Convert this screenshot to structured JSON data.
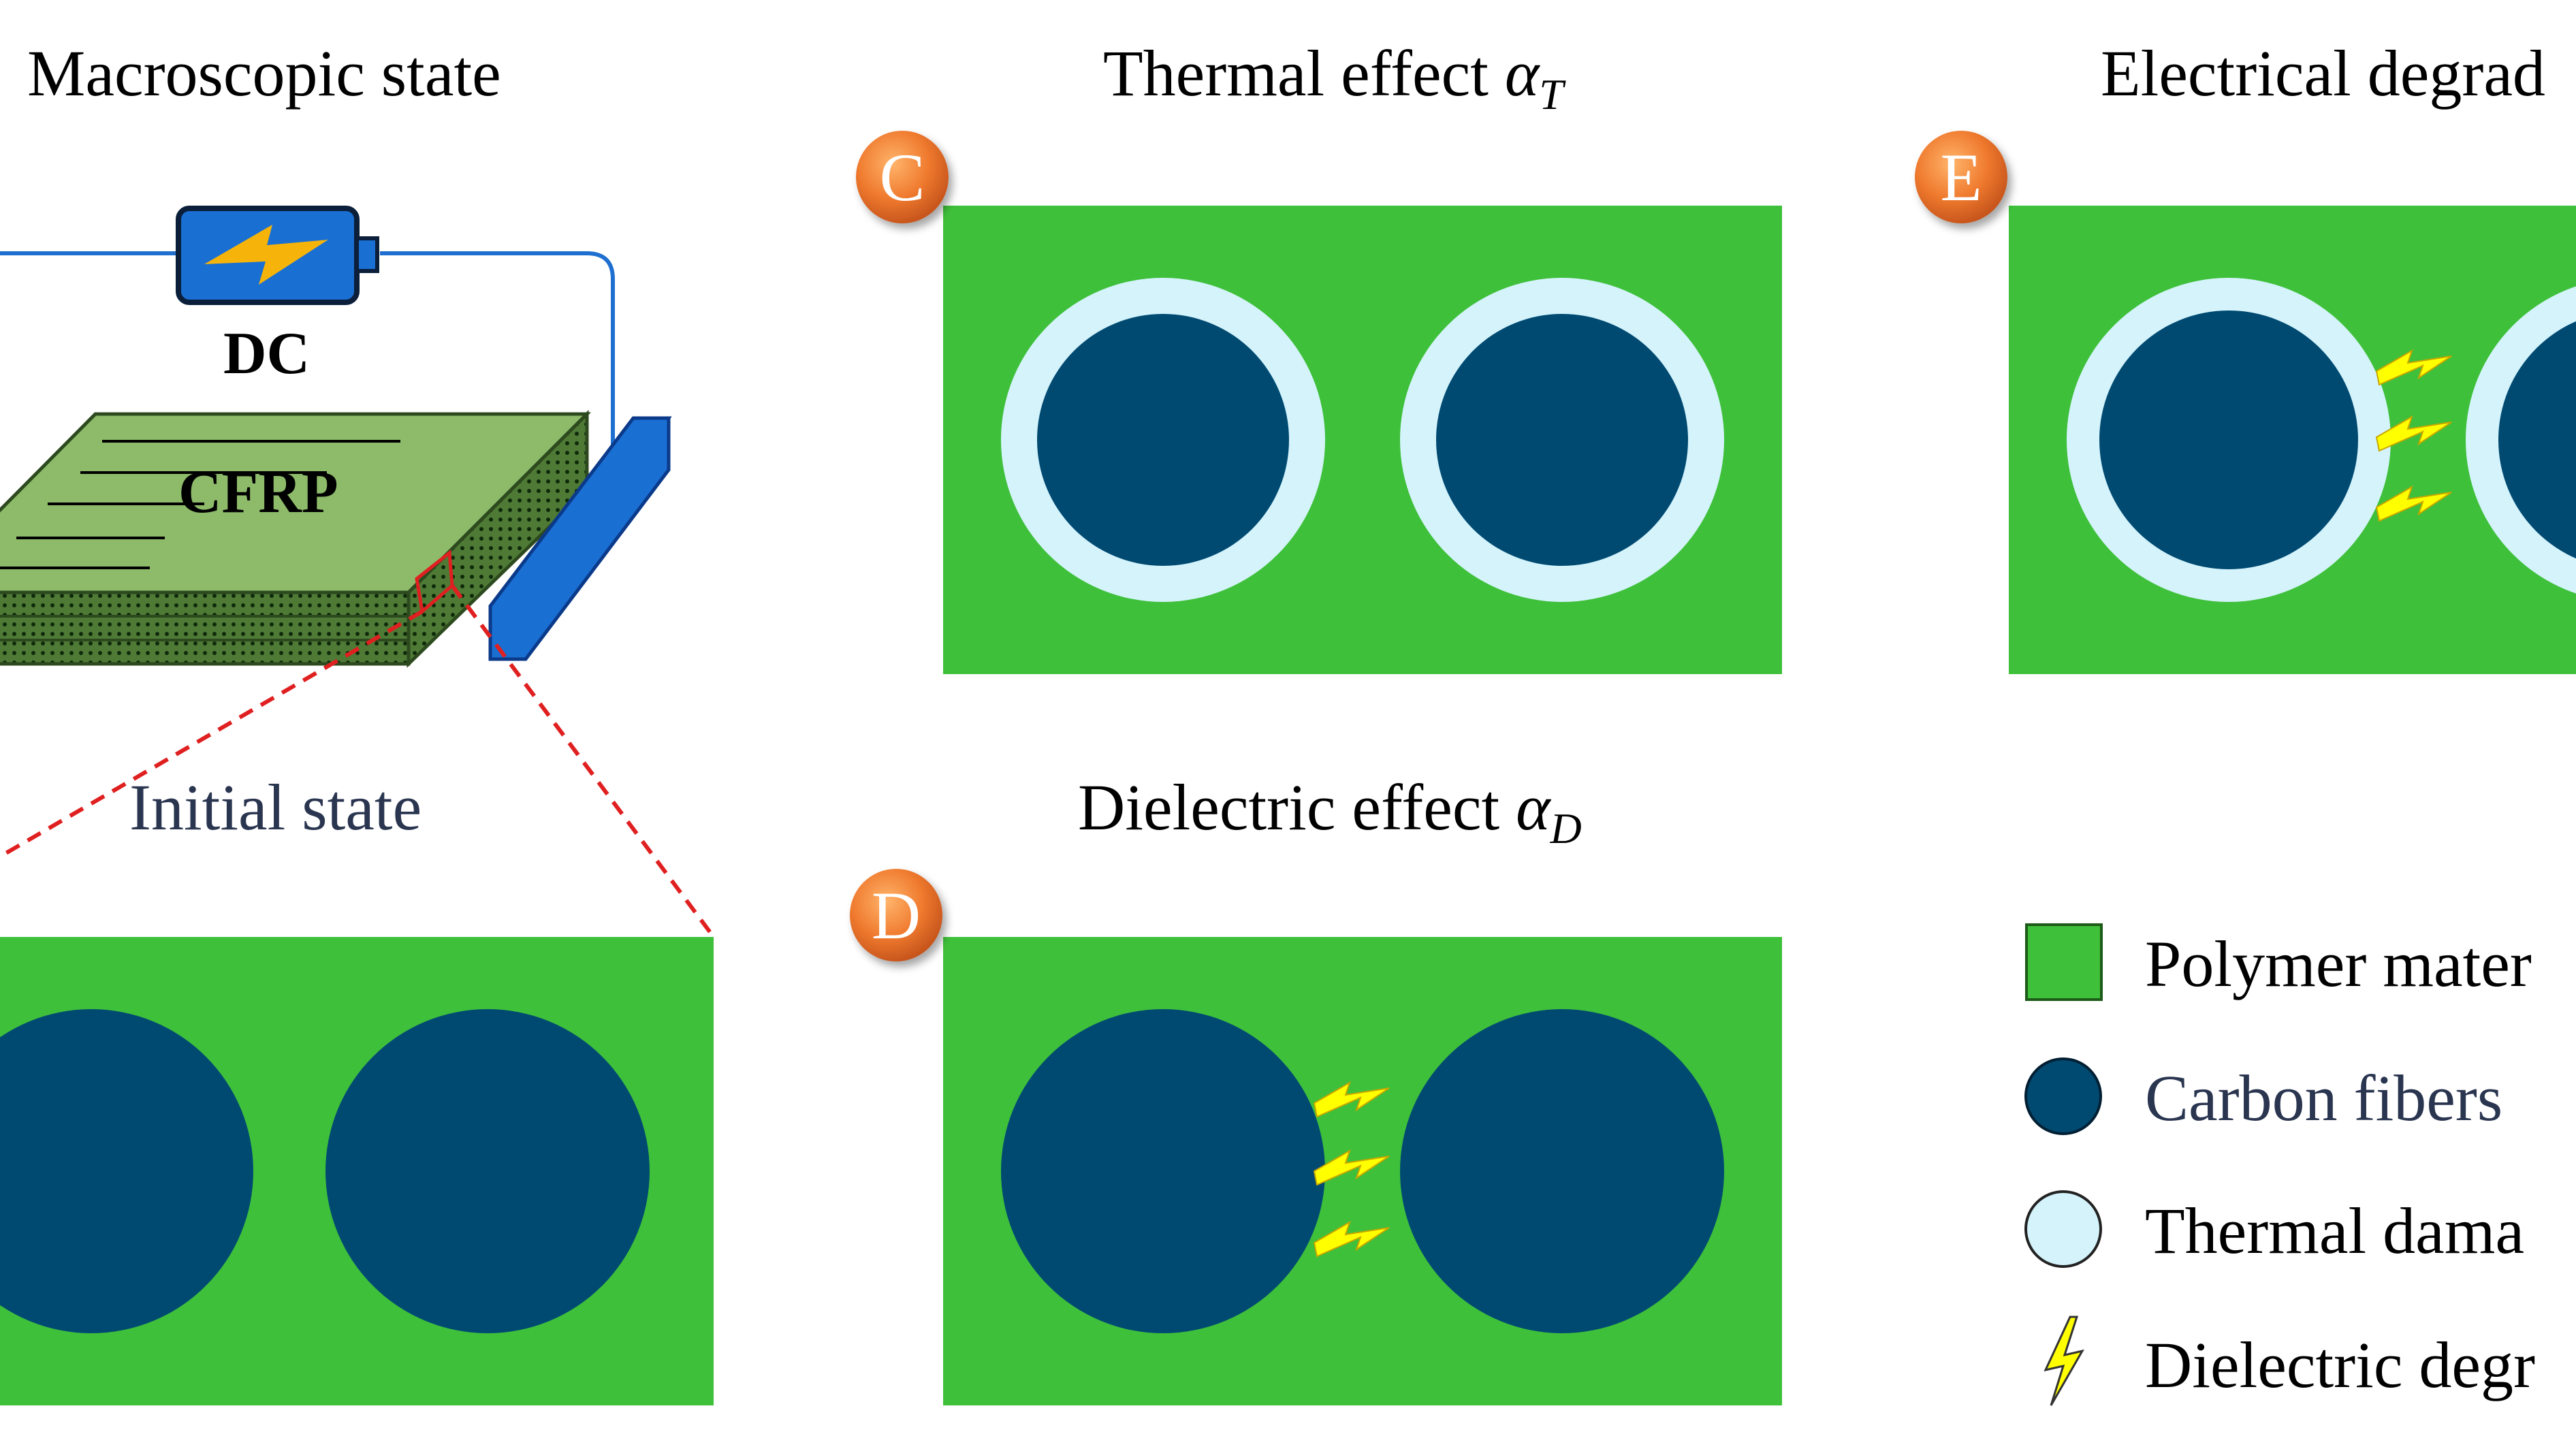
{
  "titles": {
    "macroscopic": "Macroscopic state",
    "thermal_text": "Thermal effect ",
    "thermal_symbol": "α",
    "thermal_sub": "T",
    "electrical": "Electrical degrad",
    "initial": "Initial state",
    "dielectric_text": "Dielectric effect ",
    "dielectric_symbol": "α",
    "dielectric_sub": "D"
  },
  "badges": {
    "c": "C",
    "d": "D",
    "e": "E"
  },
  "labels": {
    "dc": "DC",
    "cfrp": "CFRP"
  },
  "legend": [
    {
      "label": "Polymer mater",
      "icon": "square",
      "color": "#3fc03a"
    },
    {
      "label": "Carbon fibers",
      "icon": "circle",
      "color": "#004a72"
    },
    {
      "label": "Thermal dama",
      "icon": "circle-light",
      "color": "#d4f3fb"
    },
    {
      "label": "Dielectric degr",
      "icon": "bolt",
      "color": "#ffff00"
    }
  ],
  "colors": {
    "polymer": "#3fc03a",
    "fiber": "#004a72",
    "thermal_ring": "#d4f3fb",
    "badge": "#e8692a",
    "bolt": "#ffff00",
    "wire": "#1e6fd0",
    "battery": "#1a6fd3",
    "battery_bolt": "#f6b40a",
    "laminate": "#8dbb6a",
    "dashed": "#e02020"
  }
}
